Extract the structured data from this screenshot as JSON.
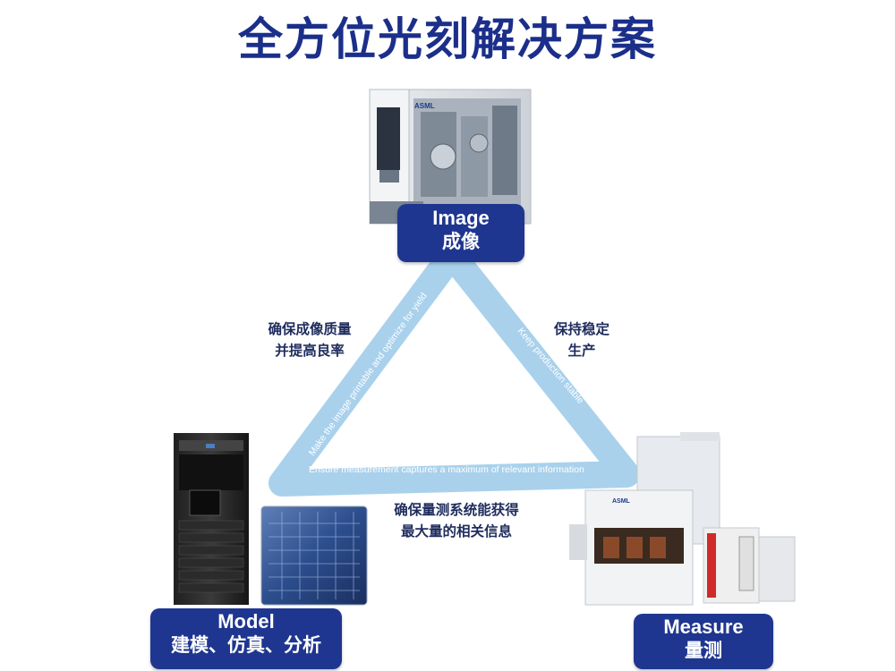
{
  "title": "全方位光刻解决方案",
  "nodes": {
    "image": {
      "en": "Image",
      "zh": "成像"
    },
    "model": {
      "en": "Model",
      "zh": "建模、仿真、分析"
    },
    "measure": {
      "en": "Measure",
      "zh": "量测"
    }
  },
  "edges": {
    "left": {
      "en": "Make the image printable and optimize for yield",
      "zh": [
        "确保成像质量",
        "并提高良率"
      ]
    },
    "right": {
      "en": "Keep production stable",
      "zh": [
        "保持稳定",
        "生产"
      ]
    },
    "bottom": {
      "en": "Ensure measurement captures a maximum of relevant information",
      "zh": [
        "确保量测系统能获得",
        "最大量的相关信息"
      ]
    }
  },
  "equipment_brand": "ASML",
  "colors": {
    "title": "#1b2f8a",
    "badge": "#1f3690",
    "triangle": "#a9d1ec",
    "triangle_text": "#ffffff",
    "label": "#1f2d5e"
  }
}
